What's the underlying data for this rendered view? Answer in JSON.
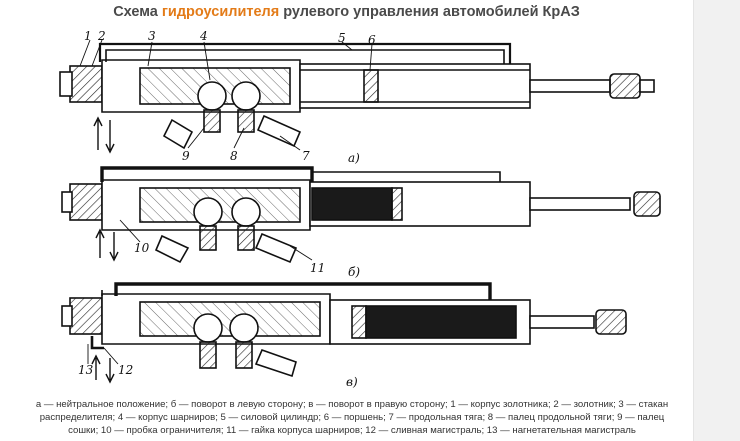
{
  "title": {
    "prefix": "Схема ",
    "highlight": "гидроусилителя",
    "suffix": " рулевого управления автомобилей КрАЗ"
  },
  "colors": {
    "highlight": "#e37b18",
    "title_text": "#4a4a4a",
    "ink": "#111111"
  },
  "figure": {
    "panel_a": "а)",
    "panel_b": "б)",
    "panel_c": "в)",
    "callouts": {
      "n1": "1",
      "n2": "2",
      "n3": "3",
      "n4": "4",
      "n5": "5",
      "n6": "6",
      "n7": "7",
      "n8": "8",
      "n9": "9",
      "n10": "10",
      "n11": "11",
      "n12": "12",
      "n13": "13"
    }
  },
  "caption": {
    "line1": "а — нейтральное положение; б — поворот в левую сторону; в — поворот в правую сторону; 1 — корпус золотника; 2 — золотник; 3 — стакан",
    "line2": "распределителя; 4 — корпус шарниров; 5 — силовой цилиндр; 6 — поршень; 7 — продольная тяга; 8 — палец продольной тяги; 9 — палец",
    "line3": "сошки; 10 — пробка ограничителя; 11 — гайка корпуса шарниров; 12 — сливная магистраль; 13 — нагнетательная магистраль"
  }
}
